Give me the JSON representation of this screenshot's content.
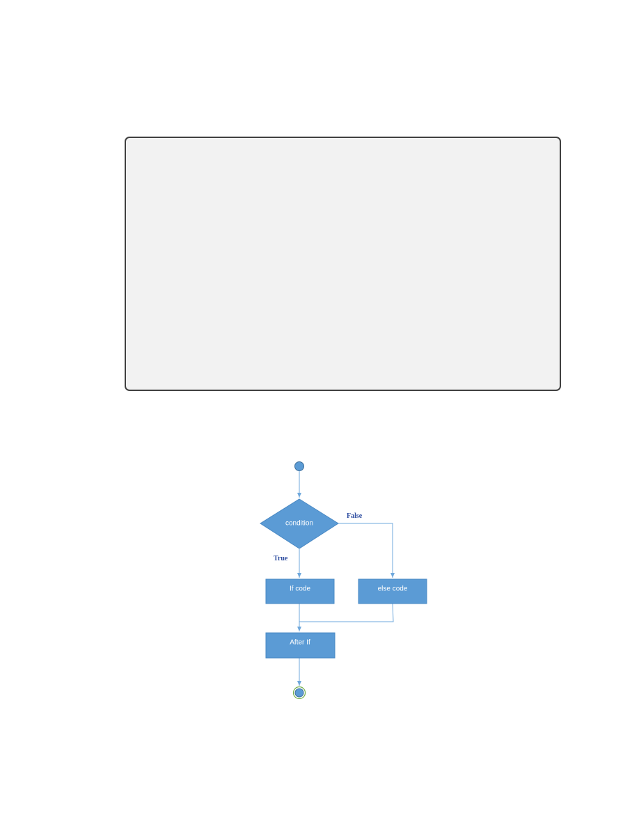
{
  "code_panel": {
    "content": ""
  },
  "flowchart": {
    "nodes": {
      "condition": "condition",
      "if_code": "If code",
      "else_code": "else code",
      "after_if": "After If"
    },
    "edges": {
      "true_label": "True",
      "false_label": "False"
    },
    "colors": {
      "fill": "#5b9bd5",
      "line": "#6fa8dc",
      "stroke": "#41719c",
      "branch_text": "#2f4ea1",
      "end_ring": "#70ad47",
      "panel_bg": "#f2f2f2",
      "panel_border": "#404040"
    }
  }
}
